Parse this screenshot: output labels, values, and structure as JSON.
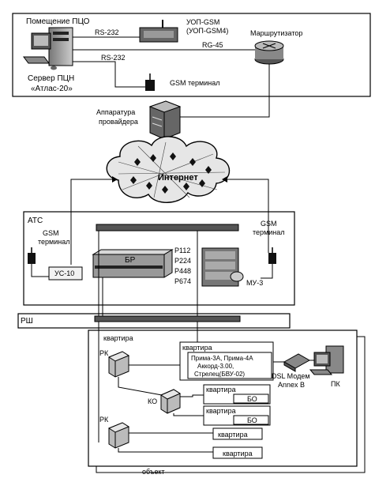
{
  "pco": {
    "room_title": "Помещение ПЦО",
    "server_name": "Сервер ПЦН",
    "server_model": "«Атлас-20»",
    "link_rs232_top": "RS-232",
    "link_rs232_bottom": "RS-232",
    "uop_line1": "УОП-GSM",
    "uop_line2": "(УОП-GSM4)",
    "link_rg45": "RG-45",
    "router_label": "Маршрутизатор",
    "gsm_terminal": "GSM терминал"
  },
  "provider": {
    "line1": "Аппаратура",
    "line2": "провайдера"
  },
  "cloud_label": "Интернет",
  "ats": {
    "title": "АТС",
    "gsm_left_line1": "GSM",
    "gsm_left_line2": "терминал",
    "us10": "УС-10",
    "br": "БР",
    "ports": [
      "Р112",
      "Р224",
      "Р448",
      "Р674"
    ],
    "mu3": "МУ-3",
    "gsm_right_line1": "GSM",
    "gsm_right_line2": "терминал"
  },
  "rsh": {
    "title": "РШ"
  },
  "object": {
    "apartment_top": "квартира",
    "rk_top": "РК",
    "apt_main_title": "квартира",
    "device_line1": "Прима-3А, Прима-4А",
    "device_line2": "Аккорд-3.00,",
    "device_line3": "Стрелец(БВУ-02)",
    "dsl_line1": "DSL Модем",
    "dsl_line2": "Annex B",
    "pc": "ПК",
    "ko": "КО",
    "apt_bo_1": "квартира",
    "bo_1": "БО",
    "apt_bo_2": "квартира",
    "bo_2": "БО",
    "rk_bottom": "РК",
    "apt_3": "квартира",
    "apt_4": "квартира",
    "object_label": "объект"
  }
}
